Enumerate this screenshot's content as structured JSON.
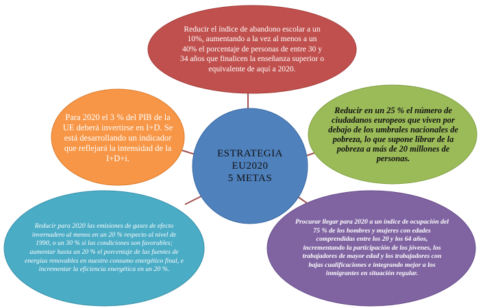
{
  "center": {
    "lines": [
      "ESTRATEGIA",
      "EU2020",
      "5 METAS"
    ]
  },
  "goals": {
    "top": {
      "color": "#c0504d",
      "text": "Reducir el índice de abandono escolar a un 10%, aumentando a la vez al menos a un 40% el porcentaje de personas de entre 30 y 34 años que finalicen la enseñanza superior o equivalente de aquí a 2020."
    },
    "left": {
      "color": "#f79646",
      "text": "Para 2020 el 3 % del PIB de la UE deberá invertirse en I+D. Se está desarrollando un indicador que reflejará la intensidad de la I+D+i."
    },
    "right": {
      "color": "#9bbb59",
      "text": "Reducir en un 25 % el número de ciudadanos europeos que viven por debajo de los umbrales nacionales de pobreza, lo que supone librar de la pobreza a más de 20 millones de personas."
    },
    "bottom_left": {
      "color": "#4bacc6",
      "text": "Reducir para 2020 las emisiones de gases de efecto invernadero al menos en un 20 % respecto al nivel de 1990, o un 30 % si las condiciones son favorables; aumentar hasta un 20 % el porcentaje de las fuentes de energías renovables en nuestro consumo energético final, e incrementar la eficiencia energética en un 20 %."
    },
    "bottom_right": {
      "color": "#8064a2",
      "text": "Procurar llegar para 2020 a un índice de ocupación del 75 % de los hombres y mujeres con edades comprendidas entre los 20 y los 64 años, incrementando la participación de los jóvenes, los trabajadores de mayor edad y los trabajadores con bajas cualificaciones e integrando mejor a los inmigrantes en situación regular."
    }
  },
  "center_color": "#4f81bd",
  "connector_color": "#a05050"
}
